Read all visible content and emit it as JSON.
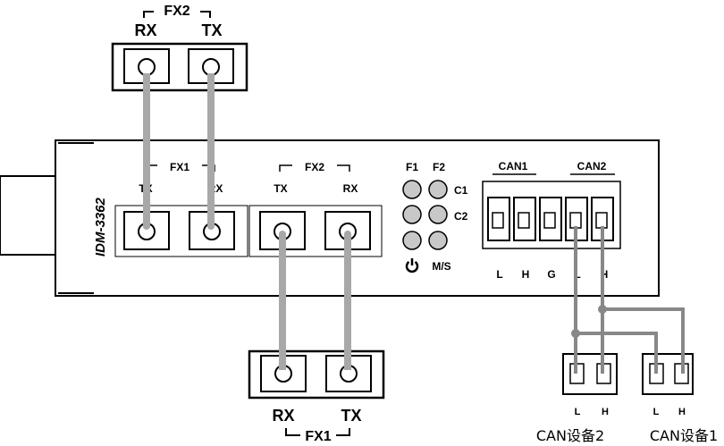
{
  "top_module": {
    "title": "FX2",
    "rx": "RX",
    "tx": "TX"
  },
  "bottom_module": {
    "title": "FX1",
    "rx": "RX",
    "tx": "TX"
  },
  "device": {
    "model": "IDM-3362",
    "fx1": {
      "title": "FX1",
      "tx": "TX",
      "rx": "RX"
    },
    "fx2": {
      "title": "FX2",
      "tx": "TX",
      "rx": "RX"
    },
    "leds": {
      "f1": "F1",
      "f2": "F2",
      "c1": "C1",
      "c2": "C2",
      "ms": "M/S"
    },
    "can": {
      "can1": "CAN1",
      "can2": "CAN2",
      "pins": [
        "L",
        "H",
        "G",
        "L",
        "H"
      ]
    }
  },
  "can_devices": [
    {
      "name": "CAN设备2",
      "l": "L",
      "h": "H"
    },
    {
      "name": "CAN设备1",
      "l": "L",
      "h": "H"
    }
  ],
  "colors": {
    "fiber": "#a8a8a8",
    "cable": "#888888",
    "led": "#c8c8c8",
    "stroke": "#000000"
  }
}
